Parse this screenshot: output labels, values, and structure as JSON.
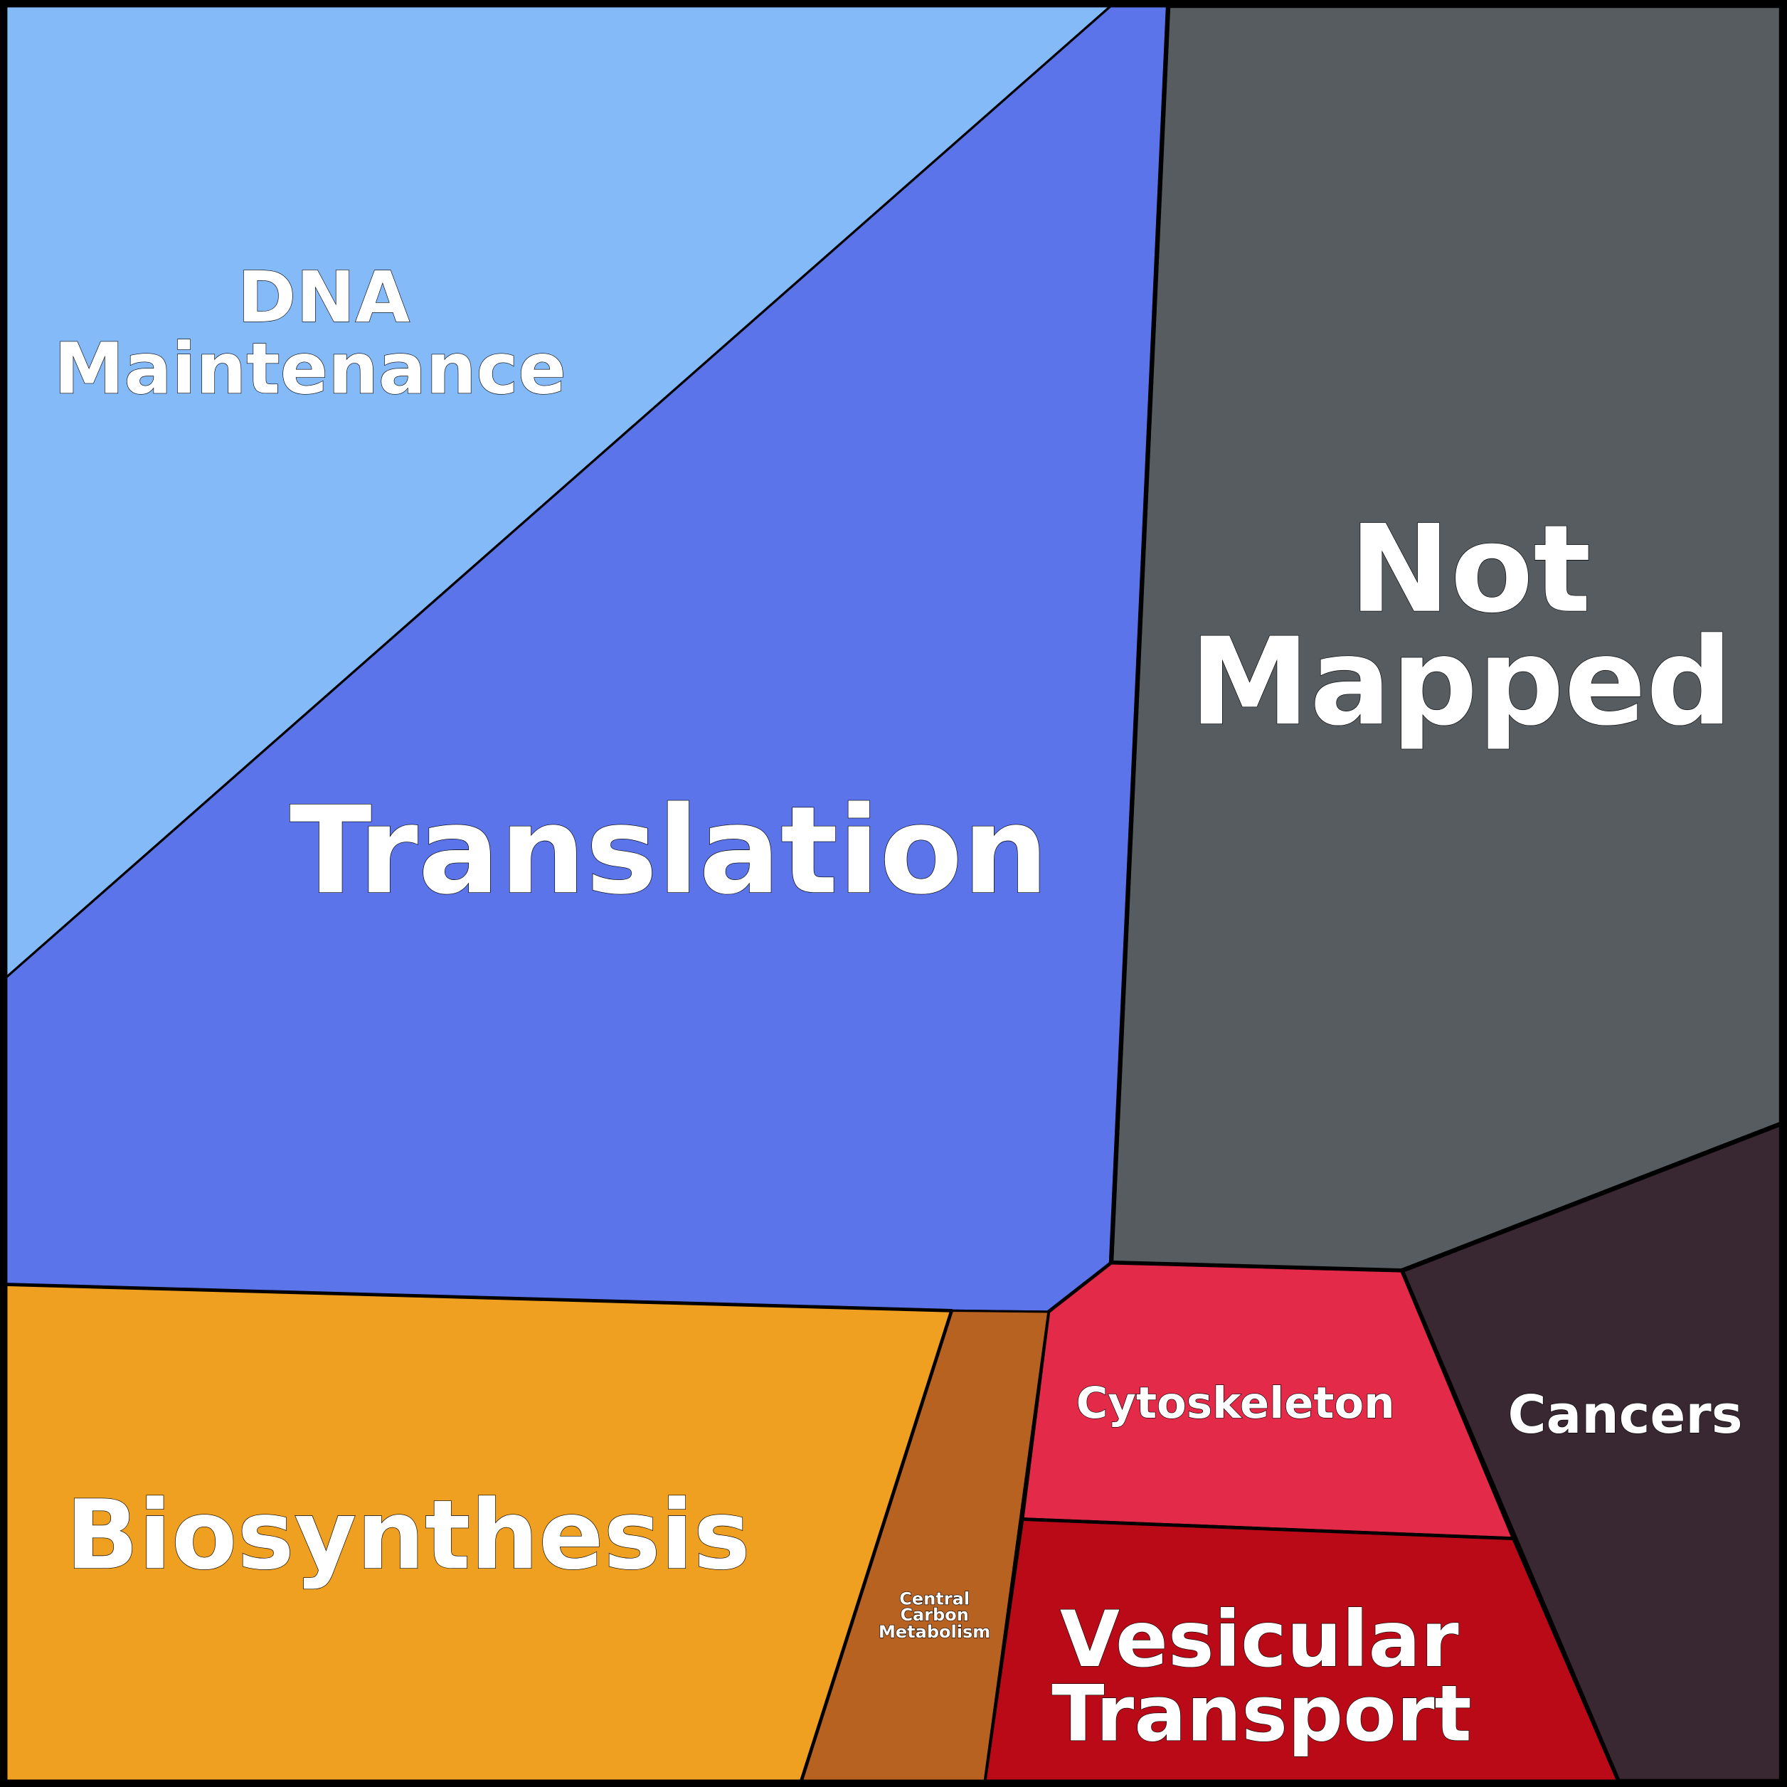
{
  "title": "Proteomap",
  "regions": [
    {
      "key": "dna",
      "label_lines": [
        "DNA",
        "Maintenance"
      ],
      "color": "#85baf8"
    },
    {
      "key": "translation",
      "label_lines": [
        "Translation"
      ],
      "color": "#5b74ea"
    },
    {
      "key": "not_mapped",
      "label_lines": [
        "Not",
        "Mapped"
      ],
      "color": "#575c60"
    },
    {
      "key": "cancers",
      "label_lines": [
        "Cancers"
      ],
      "color": "#392832"
    },
    {
      "key": "cytoskeleton",
      "label_lines": [
        "Cytoskeleton"
      ],
      "color": "#e32a48"
    },
    {
      "key": "vesicular",
      "label_lines": [
        "Vesicular",
        "Transport"
      ],
      "color": "#bb0a17"
    },
    {
      "key": "central_carbon",
      "label_lines": [
        "Central",
        "Carbon",
        "Metabolism"
      ],
      "color": "#b86221"
    },
    {
      "key": "biosynthesis",
      "label_lines": [
        "Biosynthesis"
      ],
      "color": "#efa020"
    }
  ]
}
